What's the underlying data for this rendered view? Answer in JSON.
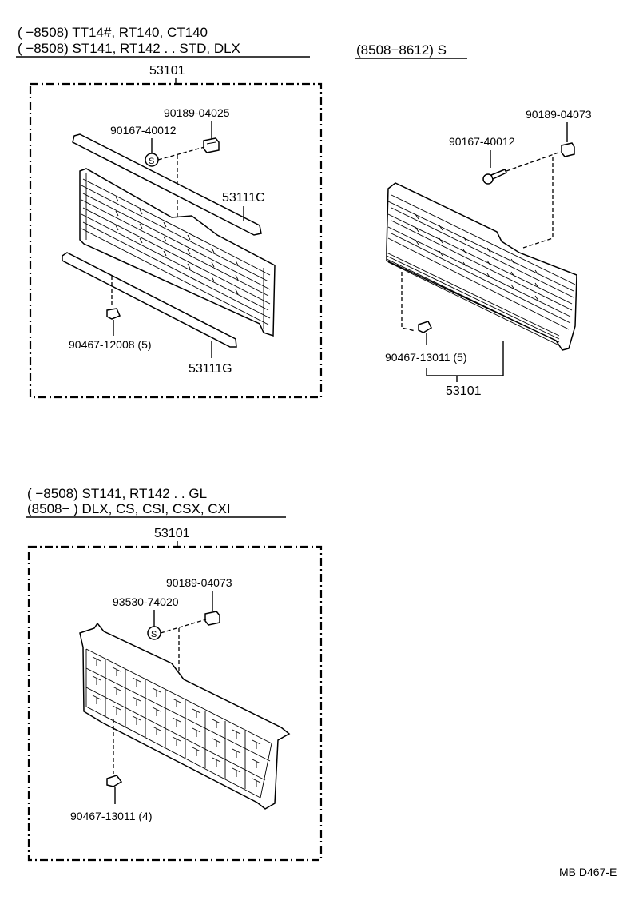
{
  "headers": {
    "top_left_line1": "(        −8508) TT14#, RT140, CT140",
    "top_left_line2": "(        −8508) ST141, RT142 . . STD, DLX",
    "top_right": "(8508−8612) S",
    "bottom_line1": "(        −8508) ST141, RT142 . . GL",
    "bottom_line2": "(8508−         ) DLX, CS, CSI, CSX, CXI"
  },
  "groups": {
    "top_left": {
      "assembly": "53101",
      "clip": "90189-04025",
      "screw": "90167-40012",
      "screw_mark": "S",
      "upper_molding": "53111C",
      "lower_molding": "53111G",
      "nut": "90467-12008 (5)"
    },
    "top_right": {
      "clip": "90189-04073",
      "screw": "90167-40012",
      "nut": "90467-13011 (5)",
      "assembly": "53101"
    },
    "bottom": {
      "assembly": "53101",
      "clip": "90189-04073",
      "screw": "93530-74020",
      "screw_mark": "S",
      "nut": "90467-13011 (4)"
    }
  },
  "footer": {
    "ref": "MB D467-E"
  }
}
